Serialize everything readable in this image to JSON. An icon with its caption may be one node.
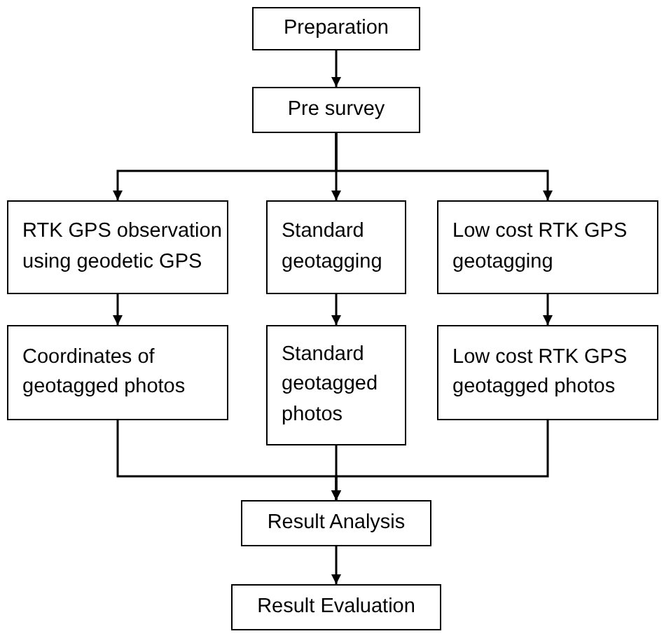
{
  "diagram": {
    "nodes": [
      {
        "text": [
          "Preparation"
        ]
      },
      {
        "text": [
          "Pre survey"
        ]
      },
      {
        "text": [
          "RTK GPS observation using geodetic GPS"
        ]
      },
      {
        "text": [
          "Standard geotagging"
        ]
      },
      {
        "text": [
          "Low cost RTK GPS geotagging"
        ]
      },
      {
        "text": [
          "Coordinates of geotagged photos"
        ]
      },
      {
        "text": [
          "Standard geotagged photos"
        ]
      },
      {
        "text": [
          "Low cost RTK GPS geotagged photos"
        ]
      },
      {
        "text": [
          "Result Analysis"
        ]
      },
      {
        "text": [
          "Result Evaluation"
        ]
      }
    ],
    "edges": [
      {
        "from": 0,
        "to": 1,
        "arrow": "to"
      },
      {
        "from": 1,
        "to": 2,
        "arrow": "to"
      },
      {
        "from": 1,
        "to": 3,
        "arrow": "to"
      },
      {
        "from": 1,
        "to": 4,
        "arrow": "to"
      },
      {
        "from": 2,
        "to": 5,
        "arrow": "to"
      },
      {
        "from": 3,
        "to": 6,
        "arrow": "to"
      },
      {
        "from": 4,
        "to": 7,
        "arrow": "to"
      },
      {
        "from": 5,
        "to": 8,
        "arrow": "to"
      },
      {
        "from": 6,
        "to": 8,
        "arrow": "to"
      },
      {
        "from": 7,
        "to": 8,
        "arrow": "to"
      },
      {
        "from": 8,
        "to": 9,
        "arrow": "to"
      }
    ]
  }
}
